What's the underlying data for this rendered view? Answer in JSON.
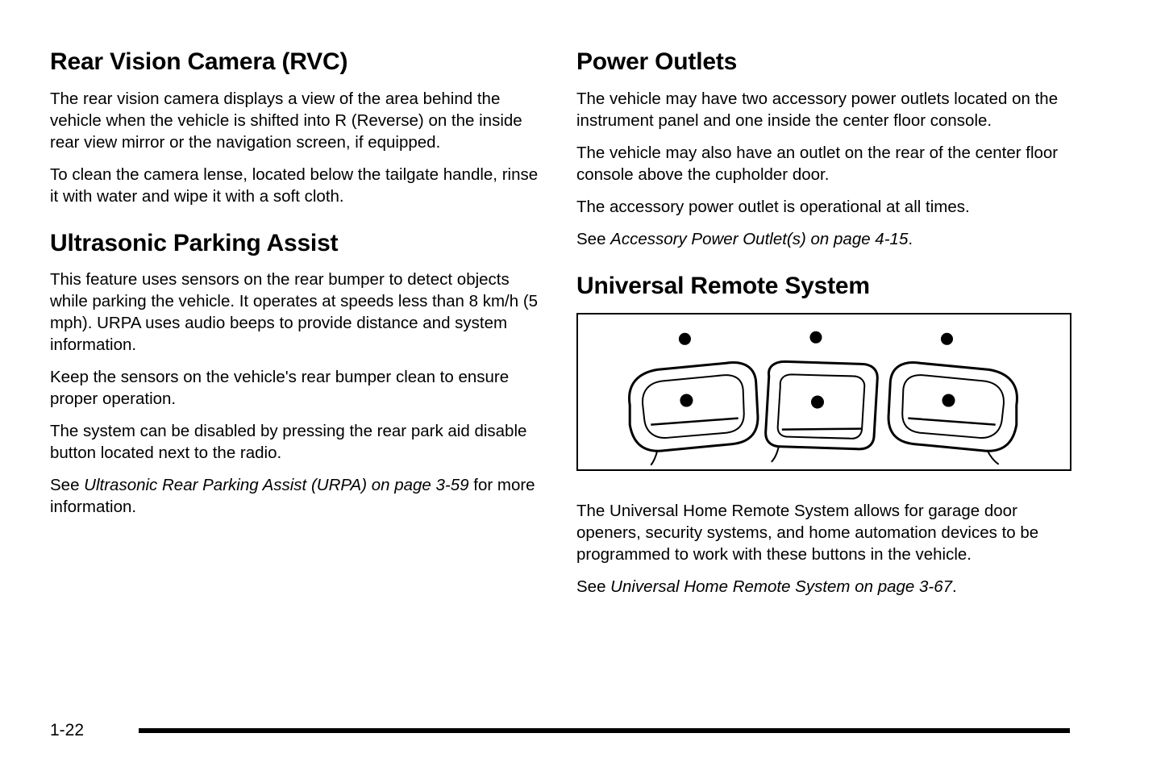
{
  "left_column": {
    "section_rvc": {
      "heading": "Rear Vision Camera (RVC)",
      "para1": "The rear vision camera displays a view of the area behind the vehicle when the vehicle is shifted into R (Reverse) on the inside rear view mirror or the navigation screen, if equipped.",
      "para2": "To clean the camera lense, located below the tailgate handle, rinse it with water and wipe it with a soft cloth."
    },
    "section_urpa": {
      "heading": "Ultrasonic Parking Assist",
      "para1": "This feature uses sensors on the rear bumper to detect objects while parking the vehicle. It operates at speeds less than 8 km/h (5 mph). URPA uses audio beeps to provide distance and system information.",
      "para2": "Keep the sensors on the vehicle's rear bumper clean to ensure proper operation.",
      "para3": "The system can be disabled by pressing the rear park aid disable button located next to the radio.",
      "see_prefix": "See ",
      "see_italic": "Ultrasonic Rear Parking Assist (URPA) on page 3-59",
      "see_suffix": " for more information."
    }
  },
  "right_column": {
    "section_power_outlets": {
      "heading": "Power Outlets",
      "para1": "The vehicle may have two accessory power outlets located on the instrument panel and one inside the center floor console.",
      "para2": "The vehicle may also have an outlet on the rear of the center floor console above the cupholder door.",
      "para3": "The accessory power outlet is operational at all times.",
      "see_prefix": "See ",
      "see_italic": "Accessory Power Outlet(s) on page 4-15",
      "see_suffix": "."
    },
    "section_remote": {
      "heading": "Universal Remote System",
      "illustration": "universal-remote-buttons",
      "para1": "The Universal Home Remote System allows for garage door openers, security systems, and home automation devices to be programmed to work with these buttons in the vehicle.",
      "see_prefix": "See ",
      "see_italic": "Universal Home Remote System on page 3-67",
      "see_suffix": "."
    }
  },
  "footer": {
    "page_number": "1-22"
  }
}
